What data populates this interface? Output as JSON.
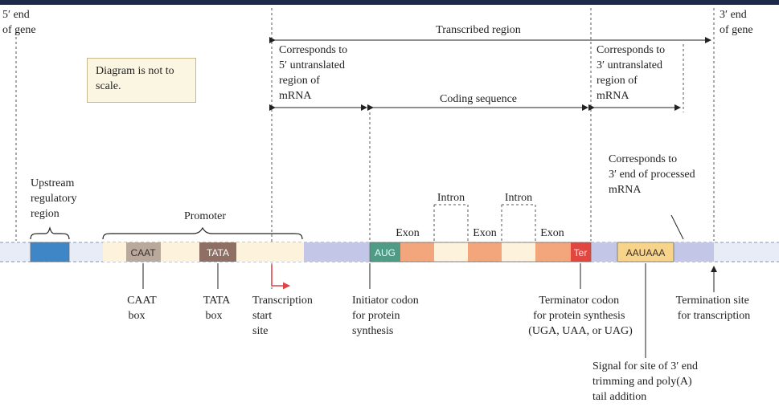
{
  "labels": {
    "five_prime_end": [
      "5′ end",
      "of gene"
    ],
    "three_prime_end": [
      "3′ end",
      "of gene"
    ],
    "transcribed_region": "Transcribed region",
    "utr5": [
      "Corresponds to",
      "5′ untranslated",
      "region of",
      "mRNA"
    ],
    "utr3": [
      "Corresponds to",
      "3′ untranslated",
      "region of",
      "mRNA"
    ],
    "coding_sequence": "Coding sequence",
    "note": "Diagram is not to scale.",
    "processed_end": [
      "Corresponds to",
      "3′ end of processed",
      "mRNA"
    ],
    "upstream": [
      "Upstream",
      "regulatory",
      "region"
    ],
    "promoter": "Promoter",
    "intron_1": "Intron",
    "intron_2": "Intron",
    "exon_1": "Exon",
    "exon_2": "Exon",
    "exon_3": "Exon",
    "caat_box": [
      "CAAT",
      "box"
    ],
    "tata_box": [
      "TATA",
      "box"
    ],
    "transcription_start": [
      "Transcription",
      "start",
      "site"
    ],
    "initiator": [
      "Initiator codon",
      "for protein",
      "synthesis"
    ],
    "terminator": [
      "Terminator codon",
      "for protein synthesis",
      "(UGA, UAA, or UAG)"
    ],
    "termination_site": [
      "Termination site",
      "for transcription"
    ],
    "polya_signal": [
      "Signal for site of 3′ end",
      "trimming and poly(A)",
      "tail addition"
    ]
  },
  "segments": {
    "caat": "CAAT",
    "tata": "TATA",
    "aug": "AUG",
    "ter": "Ter",
    "aauaaa": "AAUAAA"
  },
  "colors": {
    "upstream_block": "#3f86c6",
    "promoter_cream": "#fdf3dc",
    "caat_fill": "#b9a89c",
    "tata_fill": "#8f6f63",
    "utr_lavender": "#c4c6e8",
    "aug_fill": "#4f9c86",
    "exon_fill": "#f3a57c",
    "ter_fill": "#e2463e",
    "aauaaa_fill": "#f7d48a",
    "start_arrow": "#e04343"
  }
}
